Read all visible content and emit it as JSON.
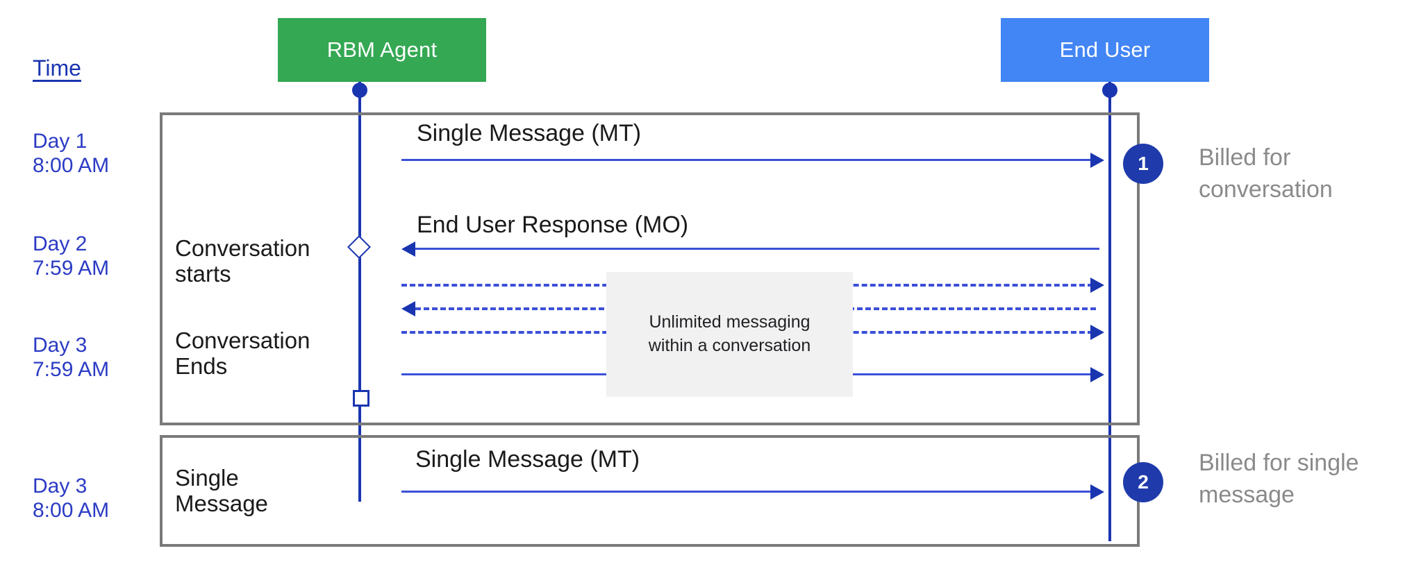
{
  "diagram": {
    "title_column": "Time",
    "actors": [
      {
        "name": "rbm-agent",
        "label": "RBM Agent",
        "color": "#34a853"
      },
      {
        "name": "end-user",
        "label": "End User",
        "color": "#4285f4"
      }
    ],
    "time_labels": [
      {
        "day": "Day 1",
        "time": "8:00 AM"
      },
      {
        "day": "Day 2",
        "time": "7:59 AM"
      },
      {
        "day": "Day 3",
        "time": "7:59 AM"
      },
      {
        "day": "Day 3",
        "time": "8:00 AM"
      }
    ],
    "notes": [
      {
        "line1": "Conversation",
        "line2": "starts"
      },
      {
        "line1": "Conversation",
        "line2": "Ends"
      },
      {
        "line1": "Single",
        "line2": "Message"
      }
    ],
    "messages": [
      {
        "label": "Single Message (MT)",
        "direction": "right",
        "style": "solid"
      },
      {
        "label": "End User Response (MO)",
        "direction": "left",
        "style": "solid"
      },
      {
        "label": "",
        "direction": "right",
        "style": "dashed"
      },
      {
        "label": "",
        "direction": "left",
        "style": "dashed"
      },
      {
        "label": "",
        "direction": "right",
        "style": "dashed"
      },
      {
        "label": "",
        "direction": "right",
        "style": "solid"
      },
      {
        "label": "Single Message (MT)",
        "direction": "right",
        "style": "solid"
      }
    ],
    "overlay_note": {
      "line1": "Unlimited messaging",
      "line2": "within a conversation"
    },
    "billing": [
      {
        "badge": "1",
        "line1": "Billed for",
        "line2": "conversation"
      },
      {
        "badge": "2",
        "line1": "Billed for single",
        "line2": "message"
      }
    ],
    "colors": {
      "agent_green": "#34a853",
      "user_blue": "#4285f4",
      "line_blue": "#1a35b0",
      "arrow_blue": "#3b4fd8",
      "frame_gray": "#7a7a7a",
      "caption_gray": "#8a8a8a",
      "note_bg": "#f1f1f1"
    }
  }
}
